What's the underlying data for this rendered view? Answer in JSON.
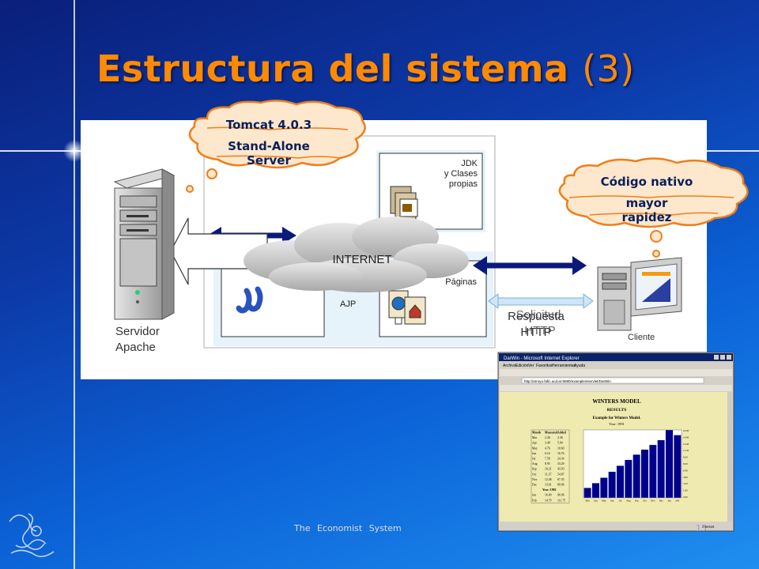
{
  "slide": {
    "title": "Estructura del sistema",
    "title_number": "(3)",
    "footer": "The Economist System",
    "page_number": "15"
  },
  "diagram": {
    "tomcat_line1": "Tomcat 4.0.3",
    "tomcat_line2": "Stand-Alone",
    "tomcat_line3": "Server",
    "codigo_line1": "Código nativo",
    "codigo_line2": "mayor",
    "codigo_line3": "rapidez",
    "jdk_line1": "JDK",
    "jdk_line2": "y Clases",
    "jdk_line3": "propias",
    "paginas": "Páginas",
    "ajp": "AJP",
    "internet": "INTERNET",
    "servidor_line1": "Servidor",
    "servidor_line2": "Apache",
    "respuesta_line1": "Respuesta",
    "respuesta_line2": "HTTP",
    "solicitud_line1": "Solicitud",
    "solicitud_line2": "HTTP",
    "cliente": "Cliente"
  },
  "browser": {
    "window_title": "DarWin - Microsoft Internet Explorer",
    "menu": [
      "Archivo",
      "Edición",
      "Ver",
      "Favoritos",
      "Herramientas",
      "Ayuda"
    ],
    "address": "http://arroyo.fafic.ucd.ar:8080/examples/servlet/DarWin",
    "page_title": "WINTERS MODEL",
    "results": "RESULTS",
    "subtitle": "Example for Winters Model.",
    "year": "Year: 1991",
    "table_header": [
      "Month",
      "Measured",
      "Added"
    ],
    "year_2": "Year: 1992",
    "table_rows": [
      [
        "Mar",
        "2.36",
        "2.36"
      ],
      [
        "Apr",
        "3.48",
        "5.84"
      ],
      [
        "May",
        "4.76",
        "10.60"
      ],
      [
        "Jun",
        "6.16",
        "16.76"
      ],
      [
        "Jul",
        "7.58",
        "24.34"
      ],
      [
        "Aug",
        "8.95",
        "33.29"
      ],
      [
        "Sep",
        "10.21",
        "43.50"
      ],
      [
        "Oct",
        "11.37",
        "54.87"
      ],
      [
        "Nov",
        "12.48",
        "67.35"
      ],
      [
        "Dec",
        "13.61",
        "80.96"
      ],
      [
        "Jan",
        "16.00",
        "96.96"
      ],
      [
        "Feb",
        "14.79",
        "111.75"
      ]
    ],
    "status": "Internet"
  },
  "chart_data": {
    "type": "bar",
    "categories": [
      "Mar",
      "Apr",
      "May",
      "Jun",
      "Jul",
      "Aug",
      "Sep",
      "Oct",
      "Nov",
      "Dec",
      "Jan",
      "Feb"
    ],
    "values": [
      2.36,
      3.48,
      4.76,
      6.16,
      7.58,
      8.95,
      10.21,
      11.37,
      12.48,
      13.61,
      16.0,
      14.79
    ],
    "y_ticks": [
      "16.00",
      "14.00",
      "12.00",
      "11.20",
      "9.60",
      "8.00",
      "6.40",
      "4.80",
      "3.20",
      "1.60",
      "0.00"
    ],
    "ylim": [
      0,
      16
    ],
    "grid": false,
    "colors": {
      "bar": "#00008b",
      "background": "#ffffff"
    }
  }
}
